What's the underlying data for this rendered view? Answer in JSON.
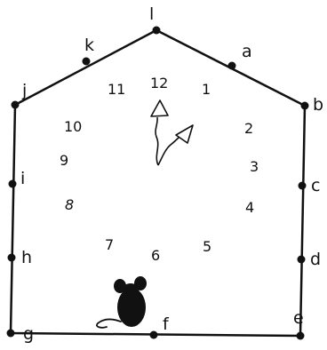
{
  "vertex_labels": {
    "l": "l",
    "a": "a",
    "b": "b",
    "c": "c",
    "d": "d",
    "e": "e",
    "f": "f",
    "g": "g",
    "h": "h",
    "i": "i",
    "j": "j",
    "k": "k"
  },
  "clock_numbers": {
    "n12": "12",
    "n1": "1",
    "n2": "2",
    "n3": "3",
    "n4": "4",
    "n5": "5",
    "n6": "6",
    "n7": "7",
    "n8": "8",
    "n9": "9",
    "n10": "10",
    "n11": "11"
  },
  "colors": {
    "ink": "#111111",
    "background": "#ffffff"
  },
  "icons": {
    "mouse": "mouse-icon"
  }
}
